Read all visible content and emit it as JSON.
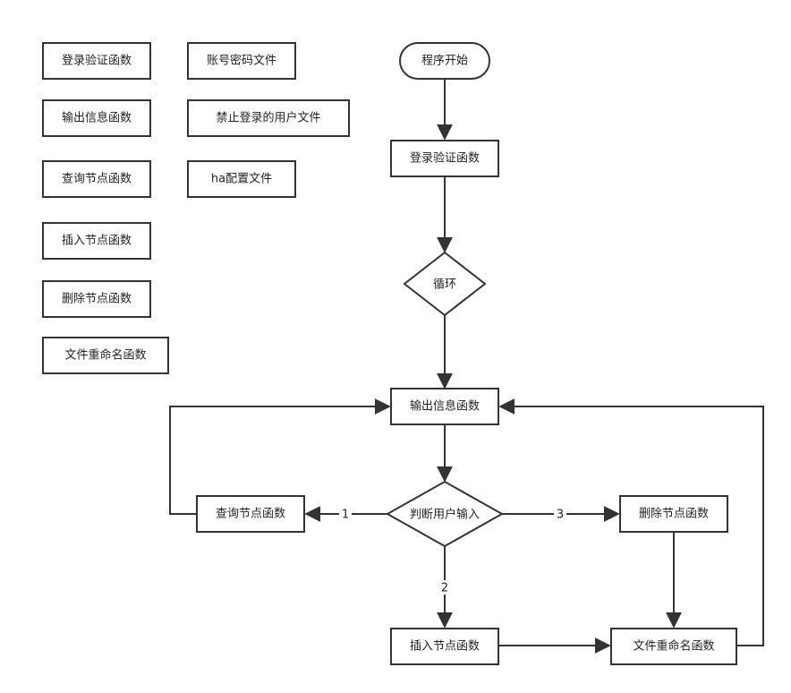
{
  "diagram": {
    "legend": {
      "functions": [
        "登录验证函数",
        "输出信息函数",
        "查询节点函数",
        "插入节点函数",
        "删除节点函数",
        "文件重命名函数"
      ],
      "files": [
        "账号密码文件",
        "禁止登录的用户文件",
        "ha配置文件"
      ]
    },
    "nodes": {
      "start": "程序开始",
      "login": "登录验证函数",
      "loop": "循环",
      "output": "输出信息函数",
      "judge": "判断用户输入",
      "query": "查询节点函数",
      "insert": "插入节点函数",
      "delete": "删除节点函数",
      "rename": "文件重命名函数"
    },
    "edge_labels": {
      "to_query": "1",
      "to_insert": "2",
      "to_delete": "3"
    },
    "colors": {
      "stroke": "#333333",
      "fill": "#ffffff",
      "text": "#222222"
    }
  }
}
